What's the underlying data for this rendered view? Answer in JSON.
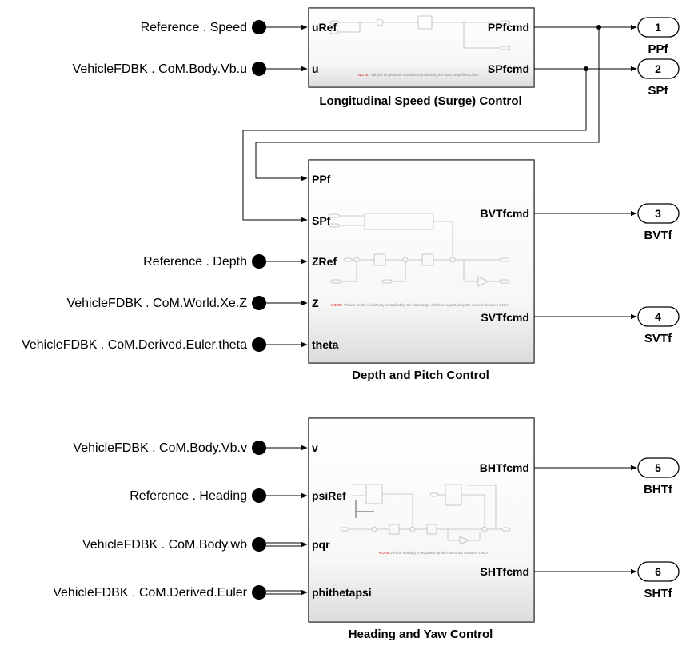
{
  "blocks": {
    "surge": {
      "title": "Longitudinal Speed (Surge) Control",
      "inputs": [
        "uRef",
        "u"
      ],
      "outputs": [
        "PPfcmd",
        "SPfcmd"
      ],
      "note_label": "NOTE:",
      "note_text": "Vehicle longitudinal speed is regulated by the main propellers ONLY"
    },
    "depth": {
      "title": "Depth and Pitch Control",
      "inputs": [
        "PPf",
        "SPf",
        "ZRef",
        "Z",
        "theta"
      ],
      "outputs": [
        "BVTfcmd",
        "SVTfcmd"
      ],
      "note_label": "NOTE:",
      "note_text": "Vehicle depth is indirectly controlled by the pitch angle which is regulated by the vertical thrusters ONLY"
    },
    "heading": {
      "title": "Heading and Yaw Control",
      "inputs": [
        "v",
        "psiRef",
        "pqr",
        "phithetapsi"
      ],
      "outputs": [
        "BHTfcmd",
        "SHTfcmd"
      ],
      "note_label": "NOTE:",
      "note_text": "Vehicle heading is regulated by the horizontal thrusters ONLY"
    }
  },
  "sources": [
    {
      "label": "Reference . Speed"
    },
    {
      "label": "VehicleFDBK . CoM.Body.Vb.u"
    },
    {
      "label": "Reference . Depth"
    },
    {
      "label": "VehicleFDBK . CoM.World.Xe.Z"
    },
    {
      "label": "VehicleFDBK . CoM.Derived.Euler.theta"
    },
    {
      "label": "VehicleFDBK . CoM.Body.Vb.v"
    },
    {
      "label": "Reference . Heading"
    },
    {
      "label": "VehicleFDBK . CoM.Body.wb"
    },
    {
      "label": "VehicleFDBK . CoM.Derived.Euler"
    }
  ],
  "outports": [
    {
      "num": "1",
      "name": "PPf"
    },
    {
      "num": "2",
      "name": "SPf"
    },
    {
      "num": "3",
      "name": "BVTf"
    },
    {
      "num": "4",
      "name": "SVTf"
    },
    {
      "num": "5",
      "name": "BHTf"
    },
    {
      "num": "6",
      "name": "SHTf"
    }
  ]
}
